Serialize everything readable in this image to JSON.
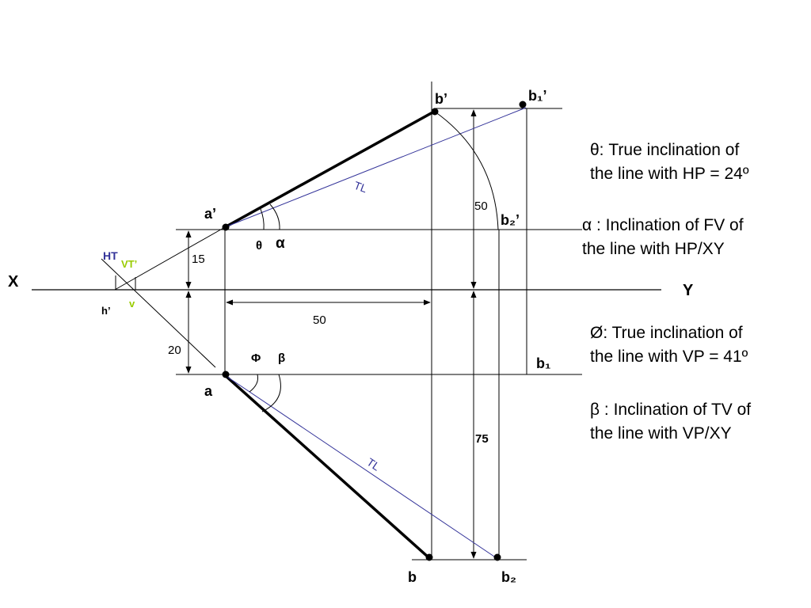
{
  "axis": {
    "x_label": "X",
    "y_label": "Y"
  },
  "points": {
    "a_prime": "a’",
    "a": "a",
    "b_prime": "b’",
    "b": "b",
    "b1_prime": "b₁’",
    "b1": "b₁",
    "b2_prime": "b₂’",
    "b2": "b₂",
    "h_prime": "h’",
    "v": "v",
    "ht": "HT",
    "vt_prime": "VT’"
  },
  "angles": {
    "theta": "θ",
    "alpha": "α",
    "phi": "Φ",
    "beta": "β"
  },
  "dimensions": {
    "fv_height": "15",
    "tv_depth": "20",
    "horizontal_distance": "50",
    "b_prime_height": "50",
    "b_depth": "75"
  },
  "true_length_label": "TL",
  "notes": {
    "theta_line1": "θ: True inclination of",
    "theta_line2": "the line with HP = 24º",
    "alpha_line1": "α : Inclination of FV of",
    "alpha_line2": "the line with HP/XY",
    "phi_line1": "Ø: True inclination of",
    "phi_line2": "the line with VP = 41º",
    "beta_line1": "β : Inclination of TV of",
    "beta_line2": "the line with VP/XY"
  },
  "colors": {
    "line": "#000000",
    "true_length": "#333399",
    "vt": "#99cc00",
    "ht": "#333399"
  }
}
